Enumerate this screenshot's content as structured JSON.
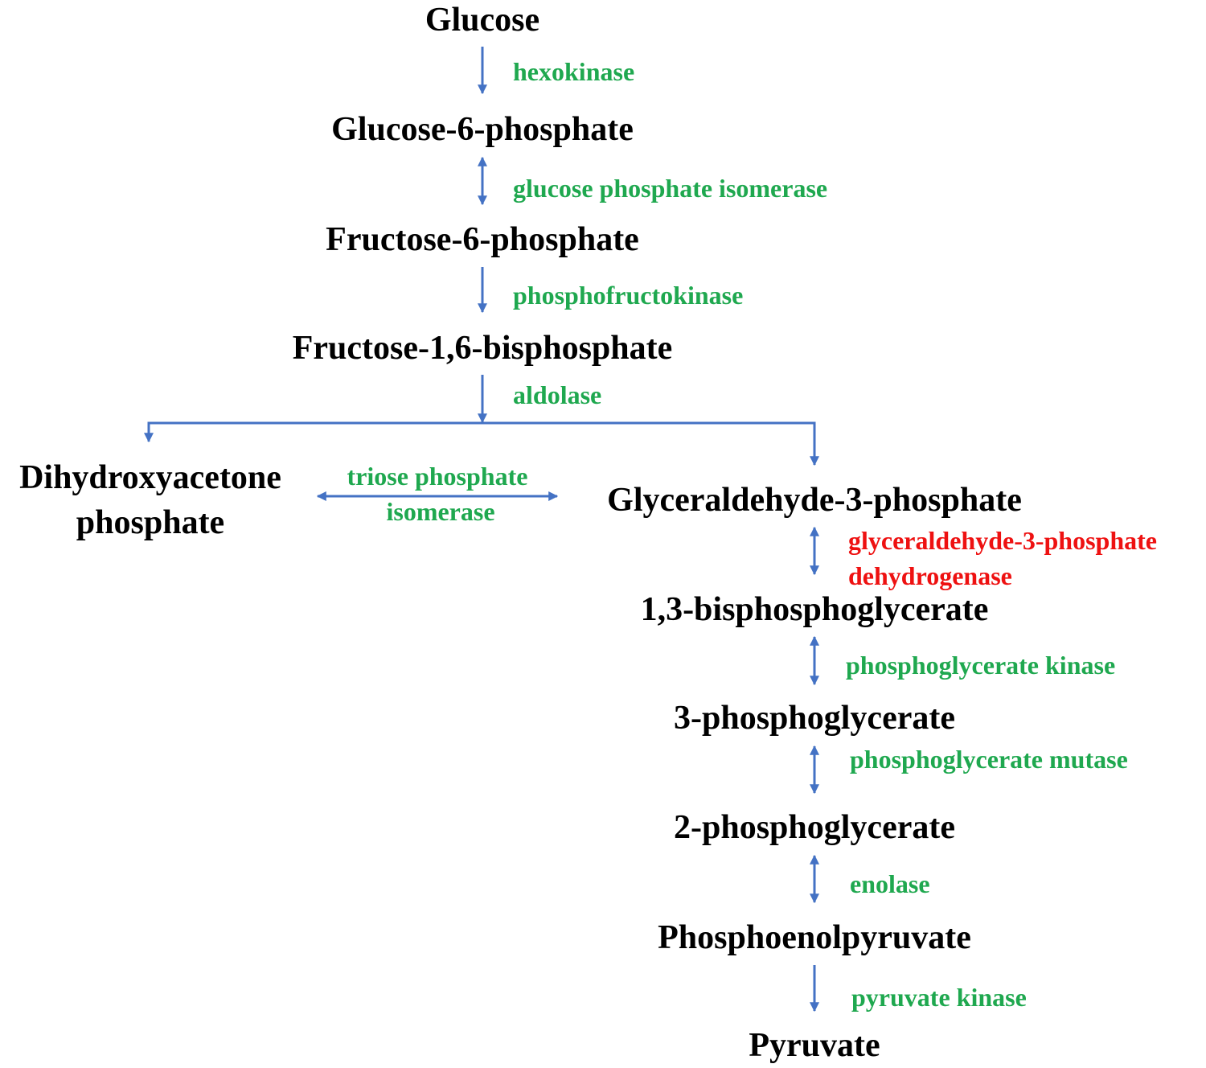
{
  "colors": {
    "metabolite": "#000000",
    "enzyme": "#1fa84f",
    "highlight_enzyme": "#ee1111",
    "arrow": "#4472c4"
  },
  "metabolites": {
    "glucose": "Glucose",
    "g6p": "Glucose-6-phosphate",
    "f6p": "Fructose-6-phosphate",
    "f16bp": "Fructose-1,6-bisphosphate",
    "dhap_line1": "Dihydroxyacetone",
    "dhap_line2": "phosphate",
    "g3p": "Glyceraldehyde-3-phosphate",
    "bpg13": "1,3-bisphosphoglycerate",
    "pg3": "3-phosphoglycerate",
    "pg2": "2-phosphoglycerate",
    "pep": "Phosphoenolpyruvate",
    "pyruvate": "Pyruvate"
  },
  "enzymes": {
    "hexokinase": "hexokinase",
    "gpi": "glucose phosphate isomerase",
    "pfk": "phosphofructokinase",
    "aldolase": "aldolase",
    "tpi_line1": "triose phosphate",
    "tpi_line2": "isomerase",
    "gapdh_line1": "glyceraldehyde-3-phosphate",
    "gapdh_line2": "dehydrogenase",
    "pgk": "phosphoglycerate kinase",
    "pgm": "phosphoglycerate mutase",
    "enolase": "enolase",
    "pk": "pyruvate kinase"
  }
}
